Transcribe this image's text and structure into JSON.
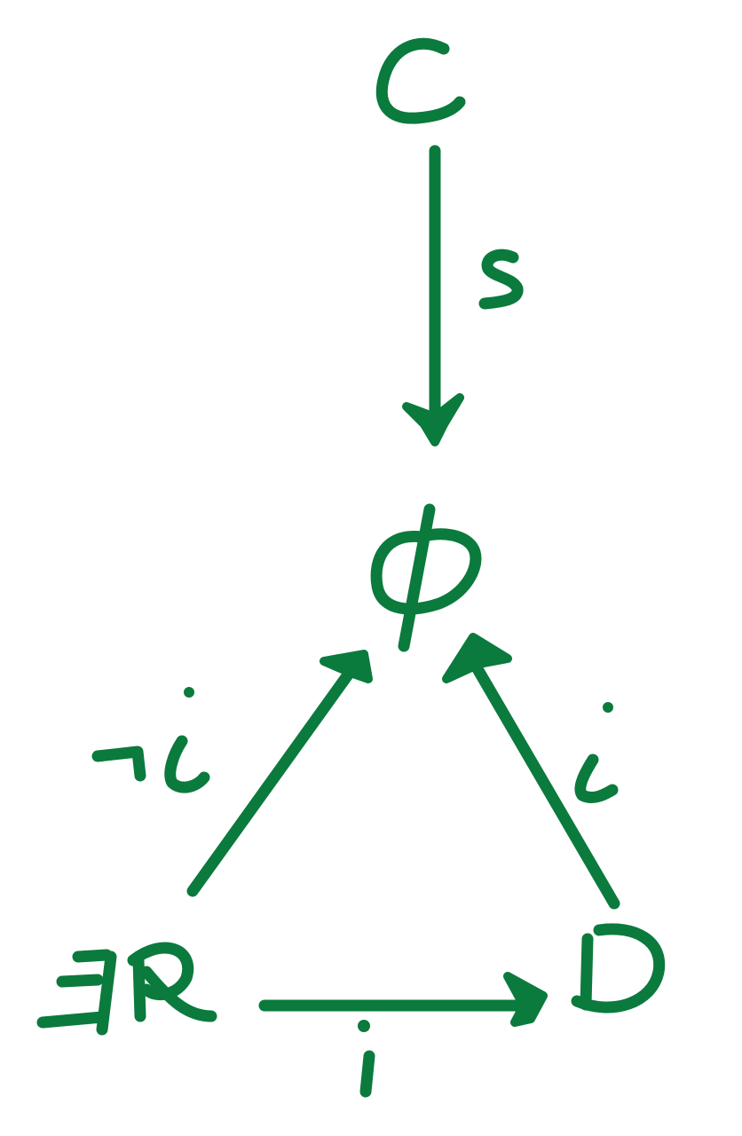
{
  "diagram": {
    "ink_color": "#0b7a3d",
    "nodes": {
      "c": "C",
      "phi": "Φ",
      "exists_r": "∃R",
      "d": "D"
    },
    "edges": {
      "c_to_phi": {
        "label": "s"
      },
      "exists_r_to_phi": {
        "label": "¬i"
      },
      "d_to_phi": {
        "label": "i"
      },
      "exists_r_to_d": {
        "label": "i"
      }
    }
  }
}
